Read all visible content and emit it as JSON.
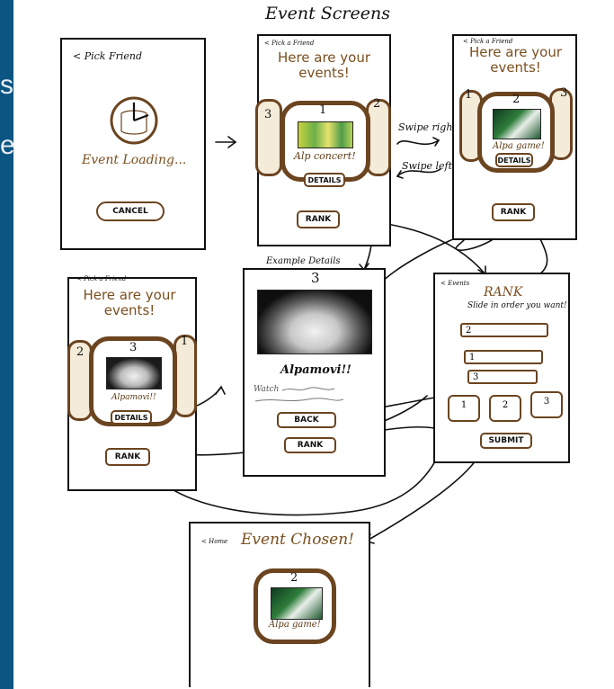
{
  "page_title": "Event Screens",
  "background_letters": [
    "s",
    "e"
  ],
  "screen_loading": {
    "back_link": "< Pick Friend",
    "status": "Event Loading...",
    "cancel_label": "CANCEL"
  },
  "screen_swipe_1": {
    "back_link": "< Pick a Friend",
    "heading": "Here are your events!",
    "center_number": "1",
    "left_number": "3",
    "right_number": "2",
    "event_name": "Alp concert!",
    "details_label": "DETAILS",
    "rank_label": "RANK"
  },
  "swipe_notes": [
    "Swipe right",
    "Swipe left"
  ],
  "screen_swipe_2": {
    "back_link": "< Pick a Friend",
    "heading": "Here are your events!",
    "center_number": "2",
    "left_number": "1",
    "right_number": "3",
    "event_name": "Alpa game!",
    "details_label": "DETAILS",
    "rank_label": "RANK"
  },
  "screen_swipe_3": {
    "back_link": "< Pick a Friend",
    "heading": "Here are your events!",
    "center_number": "3",
    "left_number": "2",
    "right_number": "1",
    "event_name": "Alpamovi!!",
    "details_label": "DETAILS",
    "rank_label": "RANK"
  },
  "screen_details": {
    "caption": "Example Details",
    "number": "3",
    "event_name": "Alpamovi!!",
    "watch_label": "Watch",
    "back_label": "BACK",
    "rank_label": "RANK"
  },
  "screen_rank": {
    "back_link": "< Events",
    "title": "RANK",
    "instruction": "Slide in order you want!",
    "slots": [
      "2",
      "1",
      "3"
    ],
    "boxes": [
      "1",
      "2",
      "3"
    ],
    "submit_label": "SUBMIT"
  },
  "screen_chosen": {
    "back_link": "< Home",
    "title": "Event Chosen!",
    "number": "2",
    "event_name": "Alpa game!"
  },
  "colors": {
    "ink": "#111111",
    "brown": "#6b4420",
    "frame": "#0b5583"
  }
}
